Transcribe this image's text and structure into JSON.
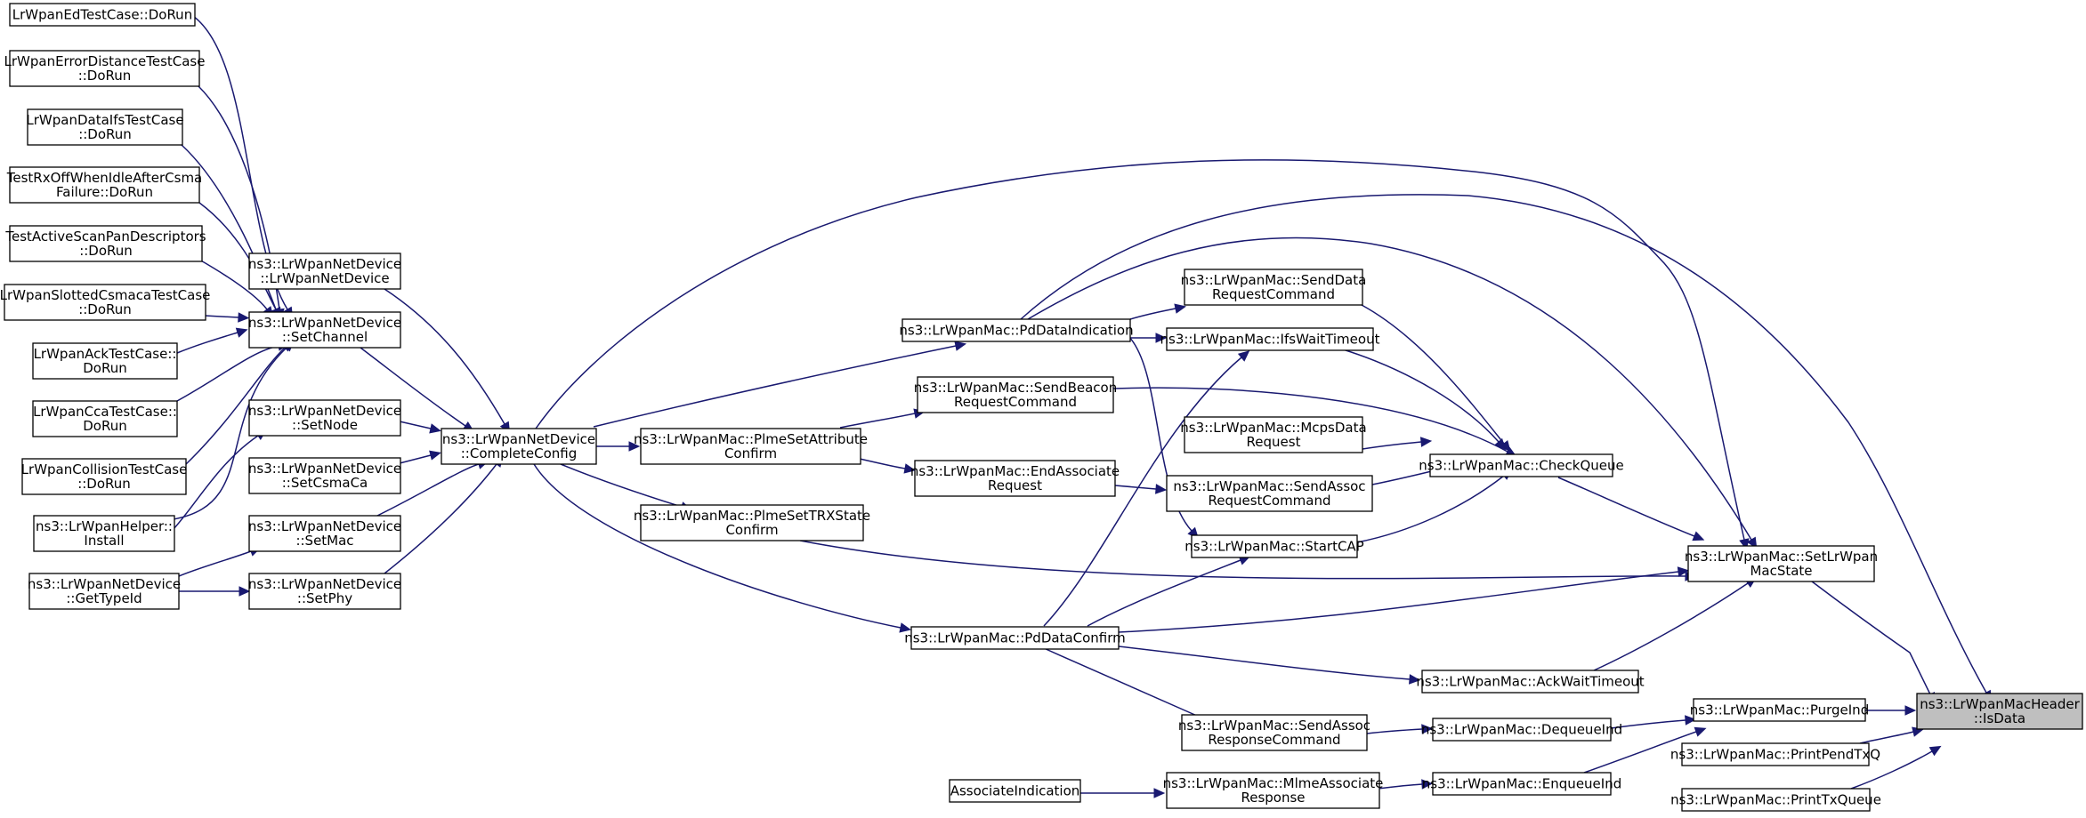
{
  "colors": {
    "edge": "#191970",
    "root_fill": "#bfbfbf",
    "node_fill": "#ffffff",
    "node_stroke": "#000000"
  },
  "nodes": {
    "isData": {
      "lines": [
        "ns3::LrWpanMacHeader",
        "::IsData"
      ]
    },
    "setLrWpanMacState": {
      "lines": [
        "ns3::LrWpanMac::SetLrWpan",
        "MacState"
      ]
    },
    "purgeInd": {
      "lines": [
        "ns3::LrWpanMac::PurgeInd"
      ]
    },
    "printPendTxQ": {
      "lines": [
        "ns3::LrWpanMac::PrintPendTxQ"
      ]
    },
    "printTxQueue": {
      "lines": [
        "ns3::LrWpanMac::PrintTxQueue"
      ]
    },
    "checkQueue": {
      "lines": [
        "ns3::LrWpanMac::CheckQueue"
      ]
    },
    "ackWaitTimeout": {
      "lines": [
        "ns3::LrWpanMac::AckWaitTimeout"
      ]
    },
    "dequeueInd": {
      "lines": [
        "ns3::LrWpanMac::DequeueInd"
      ]
    },
    "enqueueInd": {
      "lines": [
        "ns3::LrWpanMac::EnqueueInd"
      ]
    },
    "sendDataReq": {
      "lines": [
        "ns3::LrWpanMac::SendData",
        "RequestCommand"
      ]
    },
    "ifsWaitTimeout": {
      "lines": [
        "ns3::LrWpanMac::IfsWaitTimeout"
      ]
    },
    "mcpsDataReq": {
      "lines": [
        "ns3::LrWpanMac::McpsData",
        "Request"
      ]
    },
    "sendAssocReq": {
      "lines": [
        "ns3::LrWpanMac::SendAssoc",
        "RequestCommand"
      ]
    },
    "startCAP": {
      "lines": [
        "ns3::LrWpanMac::StartCAP"
      ]
    },
    "sendAssocResp": {
      "lines": [
        "ns3::LrWpanMac::SendAssoc",
        "ResponseCommand"
      ]
    },
    "mlmeAssocResp": {
      "lines": [
        "ns3::LrWpanMac::MlmeAssociate",
        "Response"
      ]
    },
    "pdDataIndication": {
      "lines": [
        "ns3::LrWpanMac::PdDataIndication"
      ]
    },
    "sendBeaconReq": {
      "lines": [
        "ns3::LrWpanMac::SendBeacon",
        "RequestCommand"
      ]
    },
    "endAssocReq": {
      "lines": [
        "ns3::LrWpanMac::EndAssociate",
        "Request"
      ]
    },
    "pdDataConfirm": {
      "lines": [
        "ns3::LrWpanMac::PdDataConfirm"
      ]
    },
    "associateIndication": {
      "lines": [
        "AssociateIndication"
      ]
    },
    "plmeSetAttrConfirm": {
      "lines": [
        "ns3::LrWpanMac::PlmeSetAttribute",
        "Confirm"
      ]
    },
    "plmeSetTrxConfirm": {
      "lines": [
        "ns3::LrWpanMac::PlmeSetTRXState",
        "Confirm"
      ]
    },
    "completeConfig": {
      "lines": [
        "ns3::LrWpanNetDevice",
        "::CompleteConfig"
      ]
    },
    "ctorNetDevice": {
      "lines": [
        "ns3::LrWpanNetDevice",
        "::LrWpanNetDevice"
      ]
    },
    "setChannel": {
      "lines": [
        "ns3::LrWpanNetDevice",
        "::SetChannel"
      ]
    },
    "setNode": {
      "lines": [
        "ns3::LrWpanNetDevice",
        "::SetNode"
      ]
    },
    "setCsmaCa": {
      "lines": [
        "ns3::LrWpanNetDevice",
        "::SetCsmaCa"
      ]
    },
    "setMac": {
      "lines": [
        "ns3::LrWpanNetDevice",
        "::SetMac"
      ]
    },
    "setPhy": {
      "lines": [
        "ns3::LrWpanNetDevice",
        "::SetPhy"
      ]
    },
    "getTypeId": {
      "lines": [
        "ns3::LrWpanNetDevice",
        "::GetTypeId"
      ]
    },
    "helperInstall": {
      "lines": [
        "ns3::LrWpanHelper::",
        "Install"
      ]
    },
    "edTest": {
      "lines": [
        "LrWpanEdTestCase::DoRun"
      ]
    },
    "errDistTest": {
      "lines": [
        "LrWpanErrorDistanceTestCase",
        "::DoRun"
      ]
    },
    "dataIfsTest": {
      "lines": [
        "LrWpanDataIfsTestCase",
        "::DoRun"
      ]
    },
    "rxOffTest": {
      "lines": [
        "TestRxOffWhenIdleAfterCsma",
        "Failure::DoRun"
      ]
    },
    "activeScanTest": {
      "lines": [
        "TestActiveScanPanDescriptors",
        "::DoRun"
      ]
    },
    "slottedTest": {
      "lines": [
        "LrWpanSlottedCsmacaTestCase",
        "::DoRun"
      ]
    },
    "ackTest": {
      "lines": [
        "LrWpanAckTestCase::",
        "DoRun"
      ]
    },
    "ccaTest": {
      "lines": [
        "LrWpanCcaTestCase::",
        "DoRun"
      ]
    },
    "collisionTest": {
      "lines": [
        "LrWpanCollisionTestCase",
        "::DoRun"
      ]
    }
  }
}
